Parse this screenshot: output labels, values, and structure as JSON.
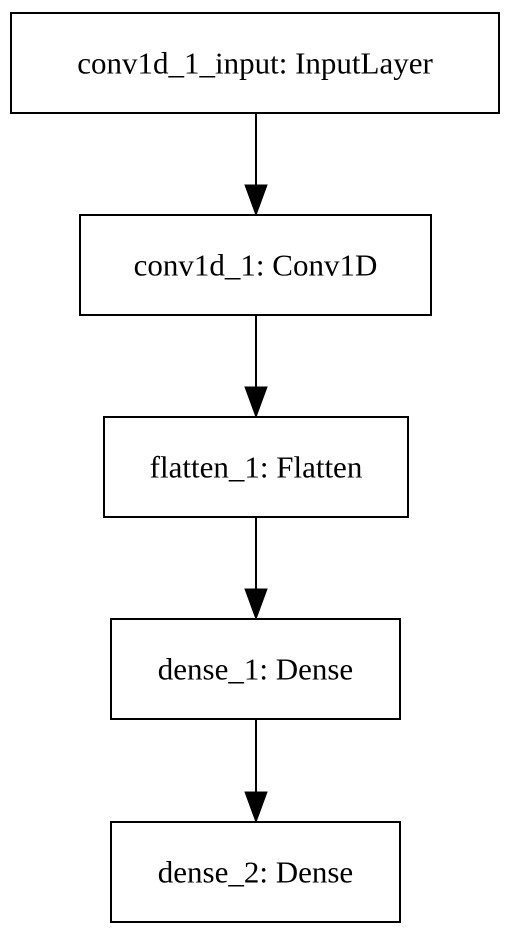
{
  "diagram": {
    "nodes": [
      {
        "id": "conv1d_1_input",
        "label": "conv1d_1_input: InputLayer"
      },
      {
        "id": "conv1d_1",
        "label": "conv1d_1: Conv1D"
      },
      {
        "id": "flatten_1",
        "label": "flatten_1: Flatten"
      },
      {
        "id": "dense_1",
        "label": "dense_1: Dense"
      },
      {
        "id": "dense_2",
        "label": "dense_2: Dense"
      }
    ],
    "edges": [
      {
        "from": "conv1d_1_input",
        "to": "conv1d_1"
      },
      {
        "from": "conv1d_1",
        "to": "flatten_1"
      },
      {
        "from": "flatten_1",
        "to": "dense_1"
      },
      {
        "from": "dense_1",
        "to": "dense_2"
      }
    ]
  }
}
